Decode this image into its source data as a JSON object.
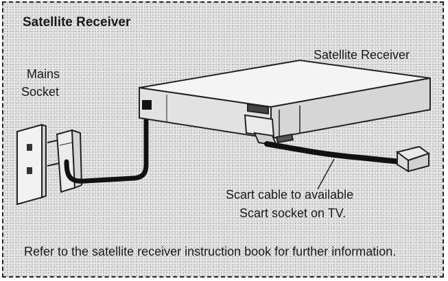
{
  "title": "Satellite Receiver",
  "labels": {
    "receiver": "Satellite Receiver",
    "mains_line1": "Mains",
    "mains_line2": "Socket",
    "scart_line1": "Scart cable to available",
    "scart_line2": "Scart socket on TV."
  },
  "footer": "Refer to the satellite receiver instruction book for further information."
}
